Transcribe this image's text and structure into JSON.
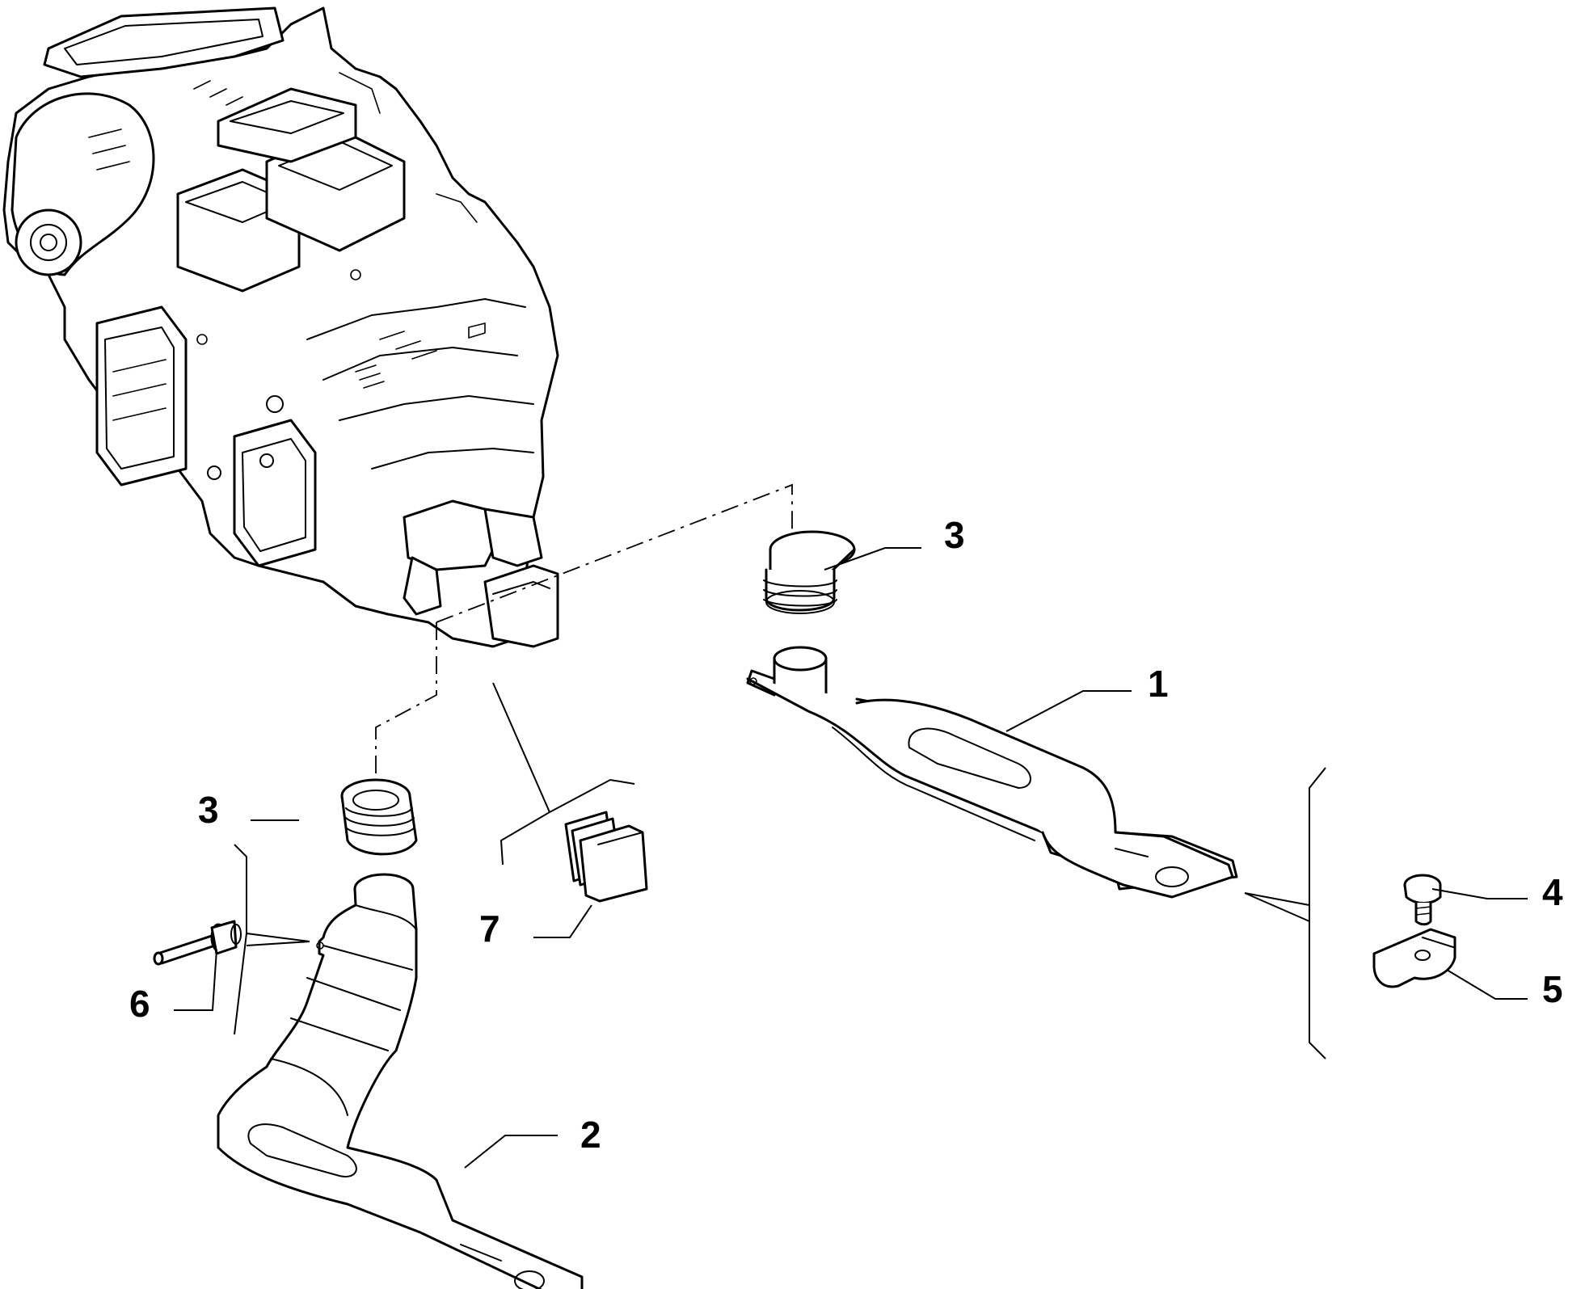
{
  "diagram": {
    "callouts": [
      {
        "id": "callout-1",
        "label": "1"
      },
      {
        "id": "callout-2",
        "label": "2"
      },
      {
        "id": "callout-3a",
        "label": "3"
      },
      {
        "id": "callout-3b",
        "label": "3"
      },
      {
        "id": "callout-4",
        "label": "4"
      },
      {
        "id": "callout-5",
        "label": "5"
      },
      {
        "id": "callout-6",
        "label": "6"
      },
      {
        "id": "callout-7",
        "label": "7"
      }
    ],
    "parts": [
      {
        "name": "heater-blower-unit-assembly",
        "callout": null
      },
      {
        "name": "rear-footwell-air-duct-right",
        "callout": "1"
      },
      {
        "name": "rear-footwell-air-duct-left",
        "callout": "2"
      },
      {
        "name": "duct-connector-sleeve",
        "callout": "3"
      },
      {
        "name": "screw",
        "callout": "4"
      },
      {
        "name": "fastening-clip",
        "callout": "5"
      },
      {
        "name": "push-rivet",
        "callout": "6"
      },
      {
        "name": "cap-plug",
        "callout": "7"
      }
    ],
    "line_color": "#000000",
    "background_color": "#ffffff"
  }
}
